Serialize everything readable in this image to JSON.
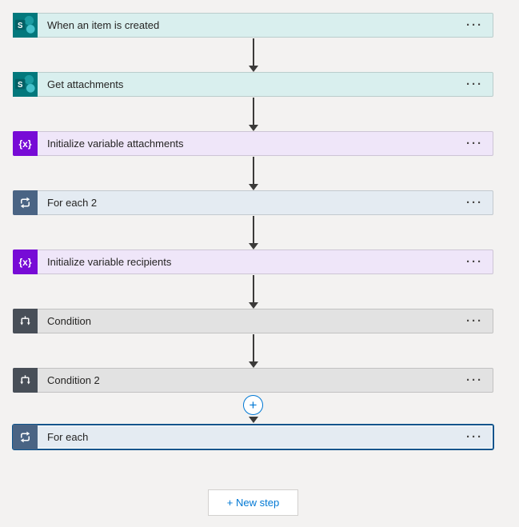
{
  "flow": {
    "steps": [
      {
        "label": "When an item is created",
        "type": "sharepoint"
      },
      {
        "label": "Get attachments",
        "type": "sharepoint"
      },
      {
        "label": "Initialize variable attachments",
        "type": "variable"
      },
      {
        "label": "For each 2",
        "type": "foreach"
      },
      {
        "label": "Initialize variable recipients",
        "type": "variable"
      },
      {
        "label": "Condition",
        "type": "condition"
      },
      {
        "label": "Condition 2",
        "type": "condition"
      },
      {
        "label": "For each",
        "type": "foreach",
        "selected": true
      }
    ],
    "new_step_label": "+ New step"
  },
  "icons": {
    "ellipsis": "···",
    "variable_glyph": "{x}",
    "plus": "+",
    "sharepoint_letter": "S"
  },
  "colors": {
    "sharepoint_icon": "#03787c",
    "sharepoint_card": "#d9efee",
    "variable_icon": "#770bd6",
    "variable_card": "#efe6f9",
    "foreach_icon": "#4a6484",
    "foreach_card": "#e4ebf2",
    "condition_icon": "#484f58",
    "condition_card": "#e2e2e2",
    "accent": "#0078d4",
    "arrow": "#3b3a39",
    "selected_border": "#0f548c",
    "background": "#f3f2f1"
  }
}
